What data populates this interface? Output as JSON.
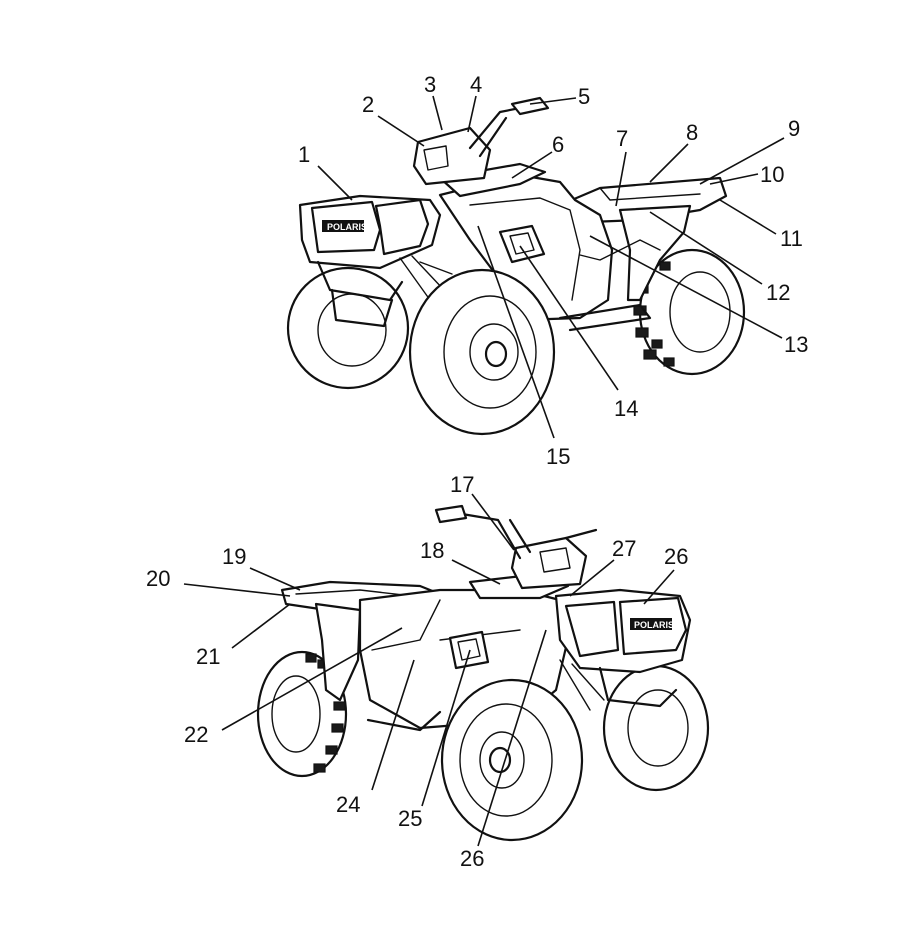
{
  "diagram": {
    "upper_atv_labels": [
      "1",
      "2",
      "3",
      "4",
      "5",
      "6",
      "7",
      "8",
      "9",
      "10",
      "11",
      "12",
      "13",
      "14",
      "15"
    ],
    "lower_atv_labels": [
      "17",
      "18",
      "19",
      "20",
      "21",
      "22",
      "24",
      "25",
      "26",
      "26",
      "27"
    ]
  }
}
